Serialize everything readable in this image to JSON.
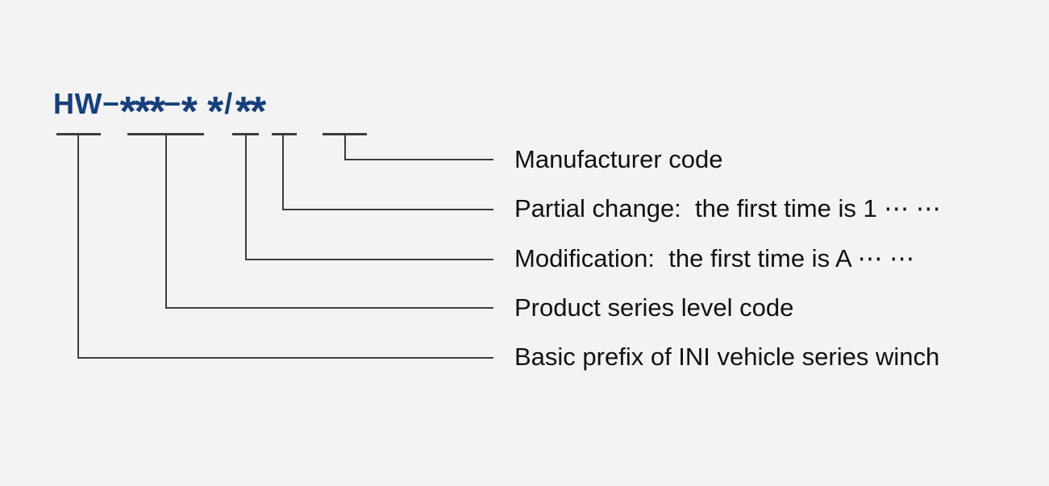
{
  "colors": {
    "background": "#f3f3f3",
    "code_blue": "#173f7c",
    "line": "#3d3d3d",
    "text": "#111111"
  },
  "code": {
    "prefix": "HW",
    "dash1": "−",
    "series_stars": "***",
    "dash2": "−",
    "modification_star": "*",
    "partial_star": "*",
    "slash": "/",
    "manufacturer_stars": "**"
  },
  "labels": [
    {
      "id": "manufacturer-code",
      "text": "Manufacturer code"
    },
    {
      "id": "partial-change",
      "text": "Partial change:  the first time is 1 ⋯ ⋯"
    },
    {
      "id": "modification",
      "text": "Modification:  the first time is A ⋯ ⋯"
    },
    {
      "id": "product-series",
      "text": "Product series level code"
    },
    {
      "id": "basic-prefix",
      "text": "Basic prefix of INI vehicle series winch"
    }
  ]
}
